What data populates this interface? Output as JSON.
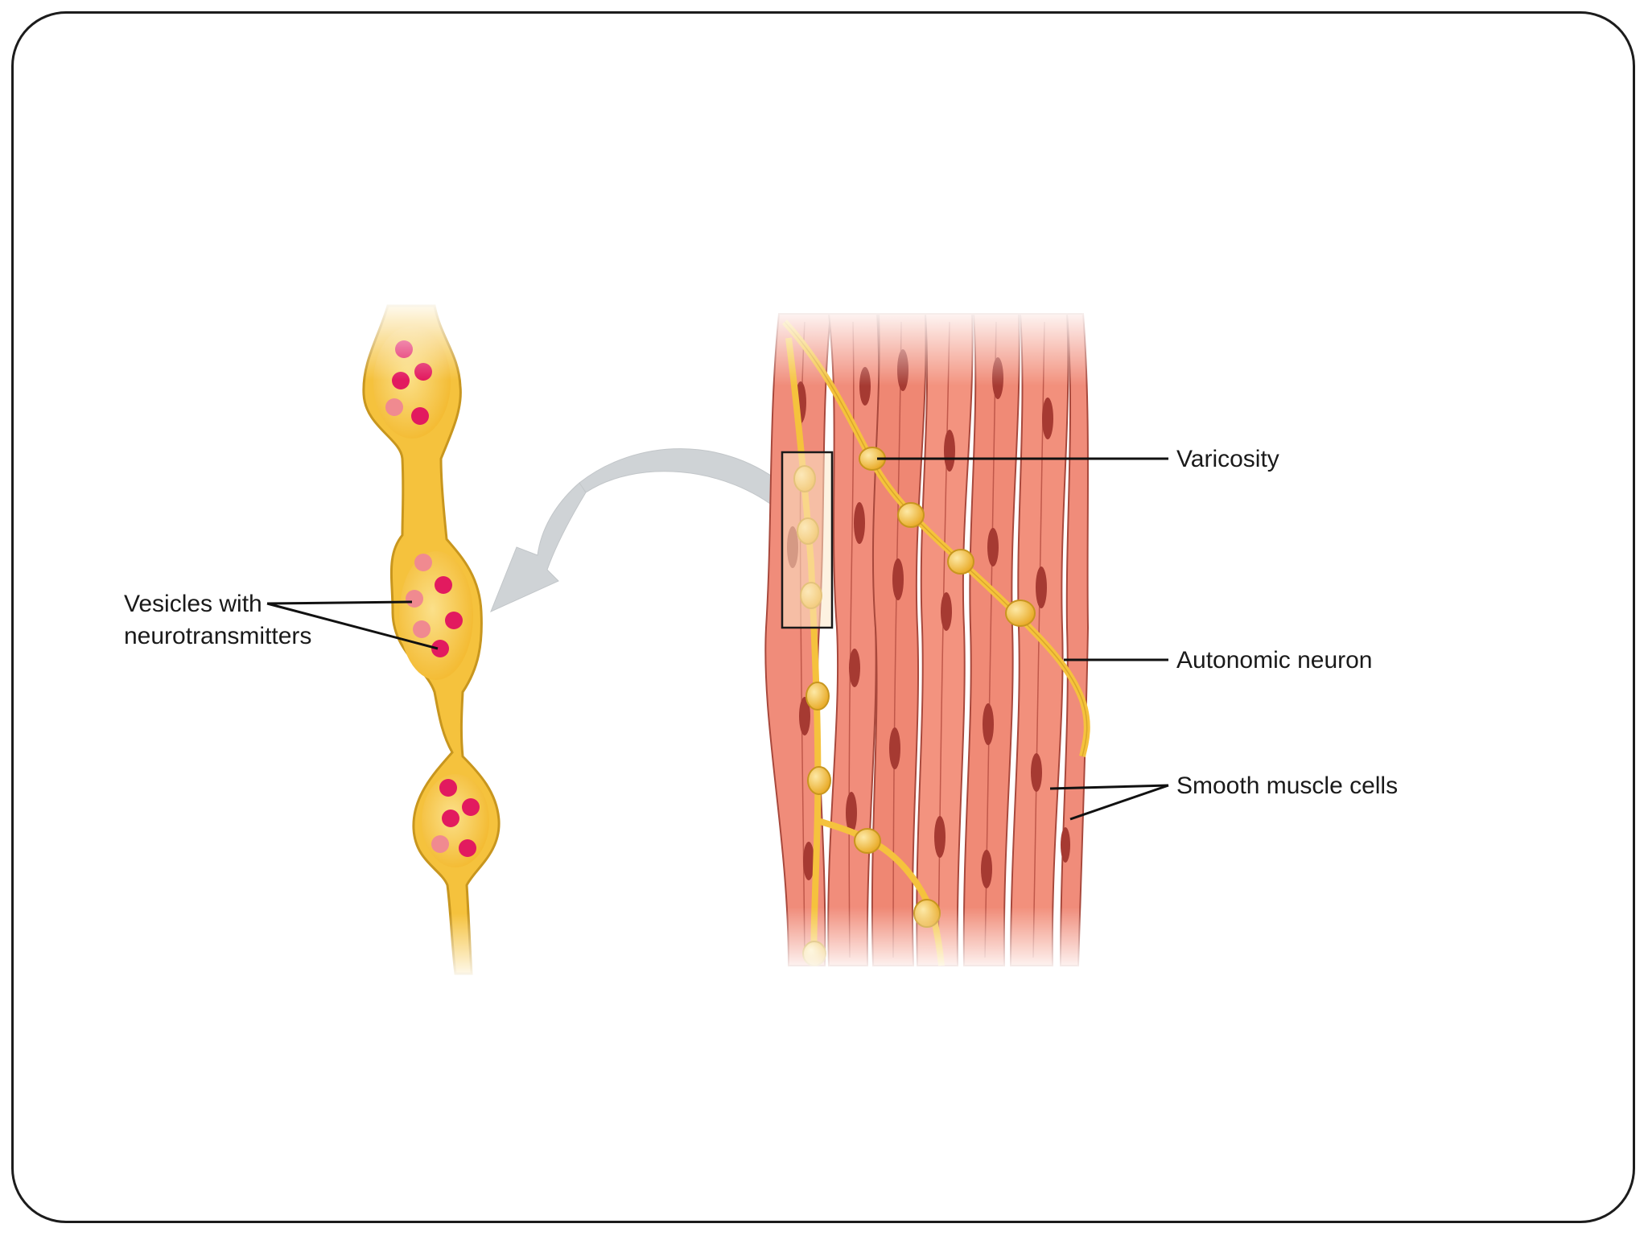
{
  "labels": {
    "vesicles_line1": "Vesicles with",
    "vesicles_line2": "neurotransmitters",
    "varicosity": "Varicosity",
    "autonomic_neuron": "Autonomic neuron",
    "smooth_muscle_cells": "Smooth muscle cells"
  },
  "colors": {
    "frame_border": "#1c1c1c",
    "neuron_fill": "#f5c23d",
    "neuron_stroke": "#c8961e",
    "vesicle": "#e21a5f",
    "vesicle_faded": "#f08a90",
    "muscle_fill": "#f08c7a",
    "muscle_line": "#a8483c",
    "nucleus": "#a63a32",
    "arrow": "#cfd3d6"
  },
  "icons": {
    "zoom_arrow": "curved-arrow-icon"
  }
}
